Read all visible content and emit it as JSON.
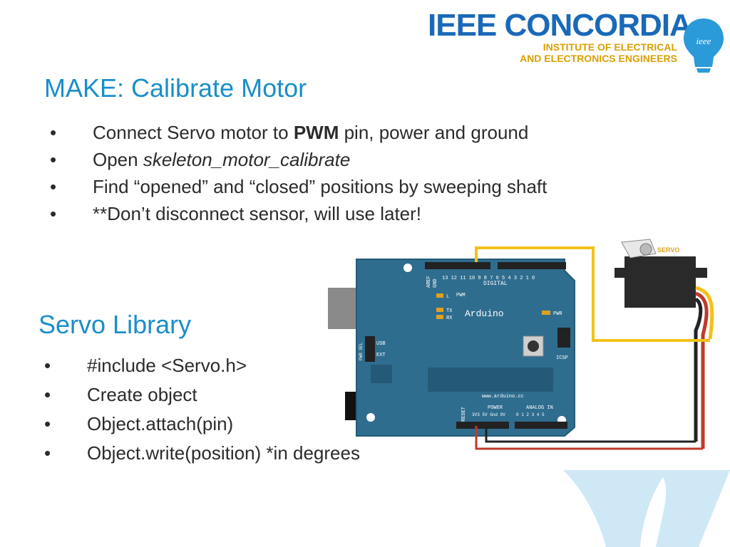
{
  "logo": {
    "name": "IEEE CONCORDIA",
    "subtitle_line1": "INSTITUTE OF ELECTRICAL",
    "subtitle_line2": "AND ELECTRONICS ENGINEERS",
    "bulb_text": "ieee",
    "colors": {
      "blue": "#1a69b8",
      "gold": "#d8a000",
      "bulb": "#2a9ad8"
    }
  },
  "title": "MAKE: Calibrate Motor",
  "bullets_main": [
    {
      "bullet": "•",
      "pre": "Connect Servo motor to ",
      "bold": "PWM",
      "post": " pin, power and ground"
    },
    {
      "bullet": "•",
      "pre": "Open ",
      "italic": "skeleton_motor_calibrate"
    },
    {
      "bullet": "•",
      "text": "Find “opened” and “closed” positions by sweeping shaft"
    },
    {
      "bullet": "•",
      "text": "**Don’t disconnect sensor, will use later!"
    }
  ],
  "section_heading": "Servo Library",
  "bullets_library": [
    {
      "bullet": "•",
      "text": "#include <Servo.h>"
    },
    {
      "bullet": "•",
      "text": "Create object"
    },
    {
      "bullet": "•",
      "text": "Object.attach(pin)"
    },
    {
      "bullet": "•",
      "text": "Object.write(position) *in degrees"
    }
  ],
  "diagram": {
    "board_name": "Arduino",
    "board_url": "www.arduino.cc",
    "digital_label": "DIGITAL",
    "analog_label": "ANALOG IN",
    "power_label": "POWER",
    "icsp_label": "ICSP",
    "pwr_label": "PWR",
    "tx_label": "TX",
    "rx_label": "RX",
    "l_label": "L",
    "usb_label": "USB",
    "ext_label": "EXT",
    "pwr_sel_label": "PWR SEL",
    "reset_label": "RESET",
    "aref_label": "AREF",
    "gnd_label": "GND",
    "pwm_label": "PWM",
    "power_pins": "3V3 5V Gnd 9V",
    "analog_pins": "0 1 2 3 4 5",
    "digital_pins": "13 12 11 10 9 8 7 6 5 4 3 2 1 0",
    "servo_label": "SERVO",
    "colors": {
      "board": "#2f6d8f",
      "wire_signal": "#f2c21a",
      "wire_power": "#c0392b",
      "wire_ground": "#222222"
    }
  }
}
